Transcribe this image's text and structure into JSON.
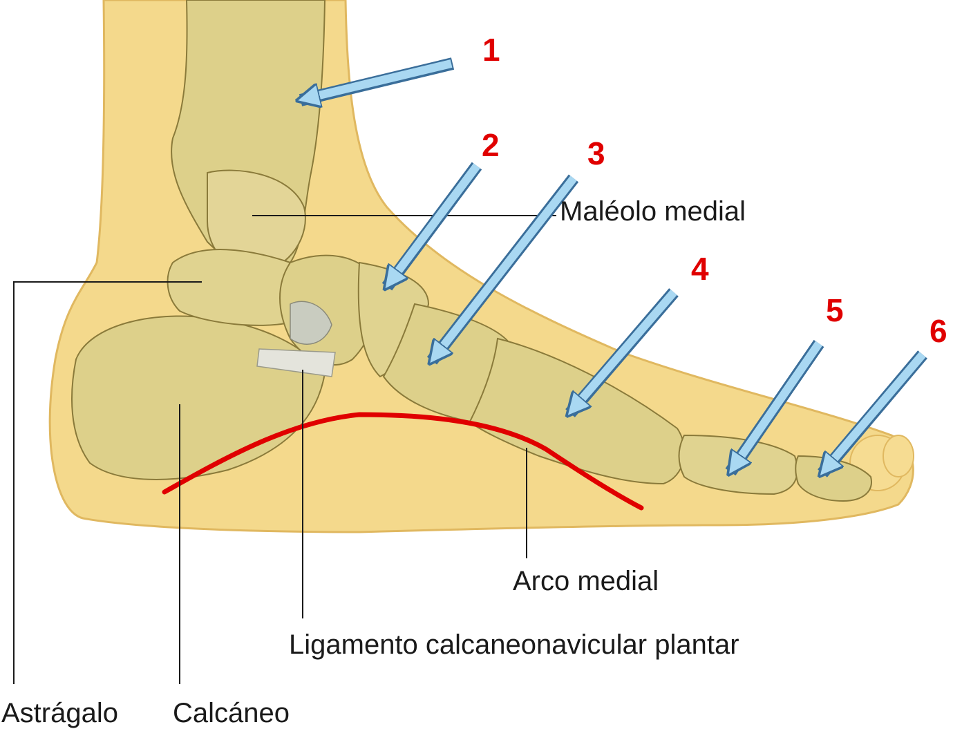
{
  "labels": {
    "malleolus": "Maléolo medial",
    "arch": "Arco medial",
    "ligament": "Ligamento calcaneonavicular plantar",
    "talus": "Astrágalo",
    "calcaneus": "Calcáneo"
  },
  "markers": [
    "1",
    "2",
    "3",
    "4",
    "5",
    "6"
  ],
  "colors": {
    "skin": "#f4d98c",
    "skin_dark": "#e8c56a",
    "bone": "#ddd08a",
    "bone_outline": "#8a7a3a",
    "cartilage": "#c9ccc0",
    "arrow_fill": "#a9d8f2",
    "arrow_stroke": "#3a6e9a",
    "marker_number": "#e00000",
    "arch_line": "#e00000",
    "leader_line": "#1a1a1a"
  }
}
